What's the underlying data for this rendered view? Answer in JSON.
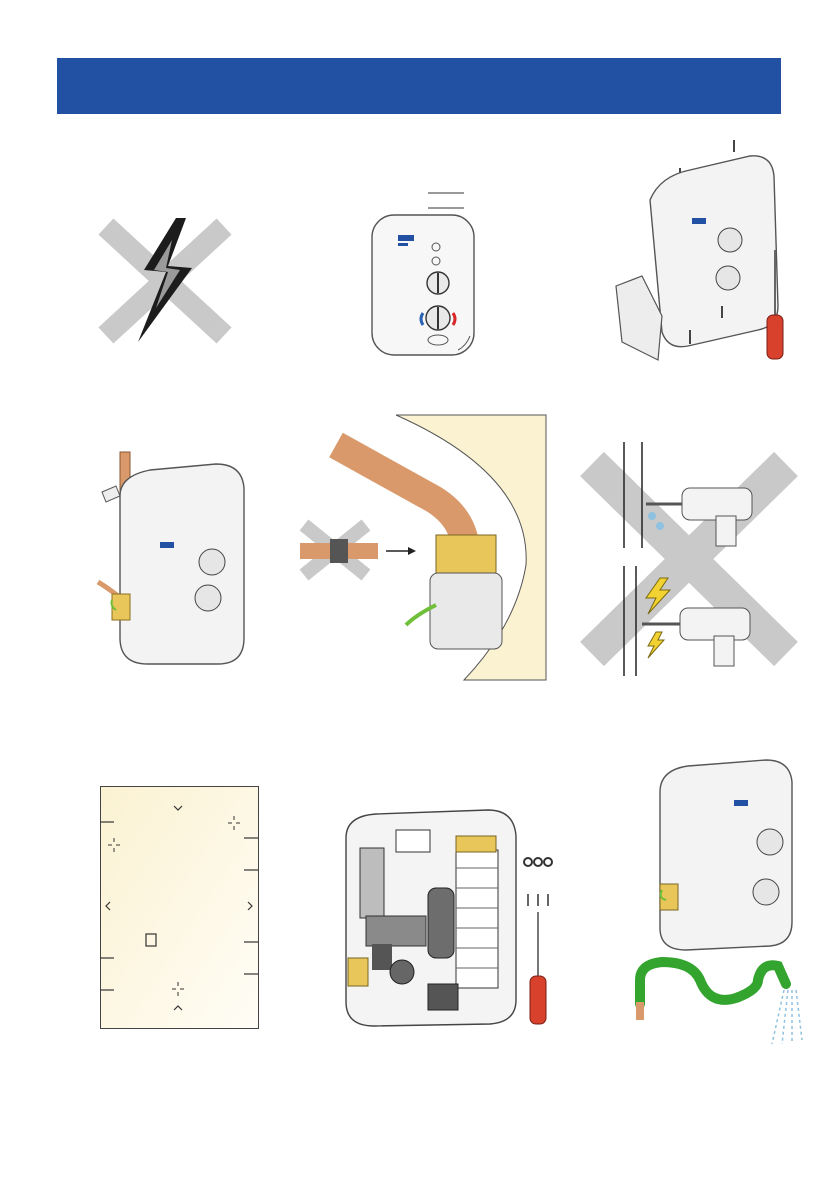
{
  "header": {
    "title": "",
    "color": "#2251a3"
  },
  "colors": {
    "cross": "#c9c9c9",
    "copper": "#d9996a",
    "brass": "#e8c65a",
    "earth_wire": "#6fbf3a",
    "hose": "#33a52e",
    "screwdriver_handle": "#d8412c",
    "unit_body": "#f3f3f3",
    "template_paper": "#fbf2d2",
    "dial_red": "#d8282c",
    "dial_blue": "#2a63b3"
  },
  "panels": [
    {
      "id": "panel-1",
      "icon": "no-electricity-icon"
    },
    {
      "id": "panel-2",
      "icon": "shower-front-view"
    },
    {
      "id": "panel-3",
      "icon": "remove-cover-screws"
    },
    {
      "id": "panel-4",
      "icon": "unit-pipe-inlet"
    },
    {
      "id": "panel-5",
      "icon": "no-compression-fitting-icon"
    },
    {
      "id": "panel-6",
      "icon": "no-drilling-near-pipes-cables-icon"
    },
    {
      "id": "panel-7",
      "icon": "wall-template"
    },
    {
      "id": "panel-8",
      "icon": "unit-internals-with-parts"
    },
    {
      "id": "panel-9",
      "icon": "flush-with-hose"
    }
  ]
}
